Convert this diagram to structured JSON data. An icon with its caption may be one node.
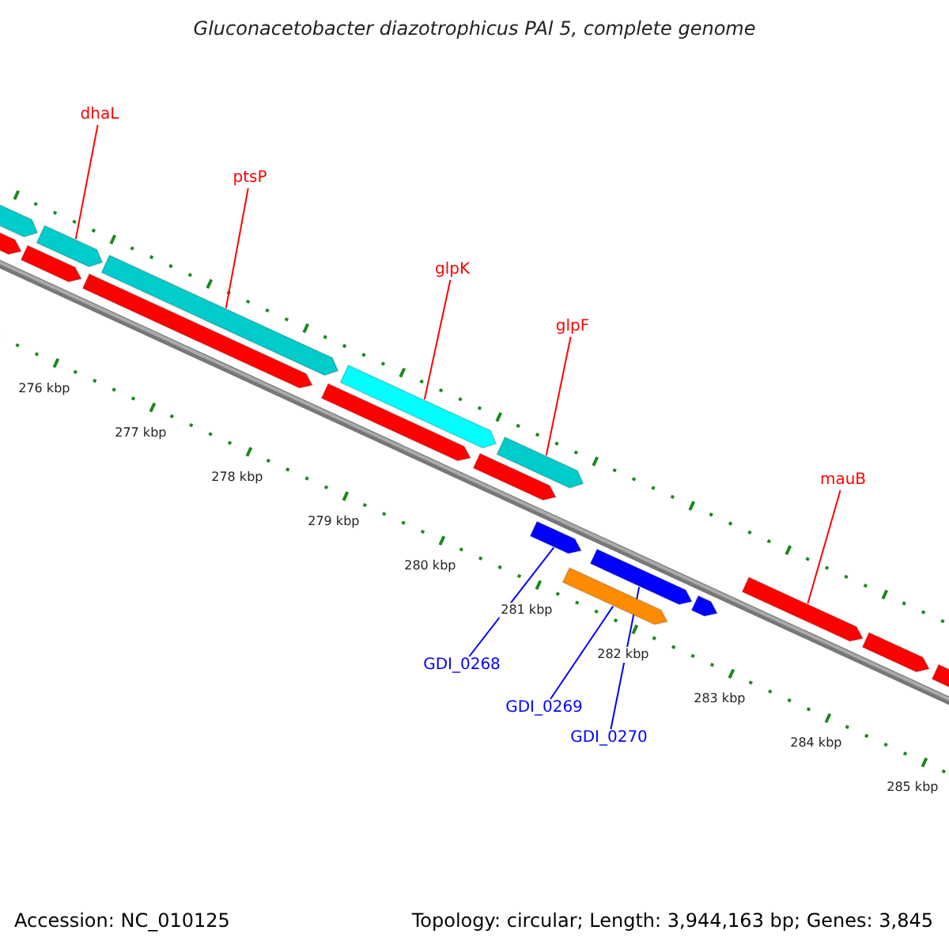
{
  "diagram": {
    "title": "Gluconacetobacter diazotrophicus PAl 5, complete genome",
    "nodes": [
      {
        "text": [
          "dhaL"
        ]
      },
      {
        "text": [
          "ptsP"
        ]
      },
      {
        "text": [
          "glpK"
        ]
      },
      {
        "text": [
          "glpF"
        ]
      },
      {
        "text": [
          "mauB"
        ]
      },
      {
        "text": [
          "GDI_0268"
        ]
      },
      {
        "text": [
          "GDI_0269"
        ]
      },
      {
        "text": [
          "GDI_0270"
        ]
      },
      {
        "text": [],
        "shape": "bar"
      },
      {
        "text": [],
        "shape": "bar"
      },
      {
        "text": [],
        "shape": "bar"
      },
      {
        "text": [],
        "shape": "bar"
      },
      {
        "text": [],
        "shape": "bar"
      },
      {
        "text": [],
        "shape": "bar"
      },
      {
        "text": [],
        "shape": "bar"
      },
      {
        "text": [],
        "shape": "bar"
      },
      {
        "text": [],
        "shape": "bar"
      },
      {
        "text": [],
        "shape": "bar"
      },
      {
        "text": [],
        "shape": "bar"
      },
      {
        "text": [],
        "shape": "bar"
      },
      {
        "text": [],
        "shape": "bar"
      },
      {
        "text": [],
        "shape": "bar"
      },
      {
        "text": [],
        "shape": "bar"
      },
      {
        "text": [],
        "shape": "bar"
      },
      {
        "text": [],
        "shape": "bar"
      }
    ],
    "edges": [
      {
        "from": 0,
        "to": 11,
        "arrow": "none"
      },
      {
        "from": 1,
        "to": 13,
        "arrow": "none"
      },
      {
        "from": 2,
        "to": 15,
        "arrow": "none"
      },
      {
        "from": 3,
        "to": 17,
        "arrow": "none"
      },
      {
        "from": 4,
        "to": 22,
        "arrow": "none"
      },
      {
        "from": 5,
        "to": 18,
        "arrow": "none",
        "color": "#0000ff"
      },
      {
        "from": 6,
        "to": 19,
        "arrow": "none",
        "color": "#0000ff"
      },
      {
        "from": 7,
        "to": 20,
        "arrow": "none",
        "color": "#0000ff"
      }
    ],
    "labels": [
      "276 kbp",
      "277 kbp",
      "278 kbp",
      "279 kbp",
      "280 kbp",
      "281 kbp",
      "282 kbp",
      "283 kbp",
      "284 kbp",
      "285 kbp",
      "Accession: NC_010125",
      "Topology: circular; Length: 3,944,163 bp; Genes: 3,845"
    ]
  }
}
